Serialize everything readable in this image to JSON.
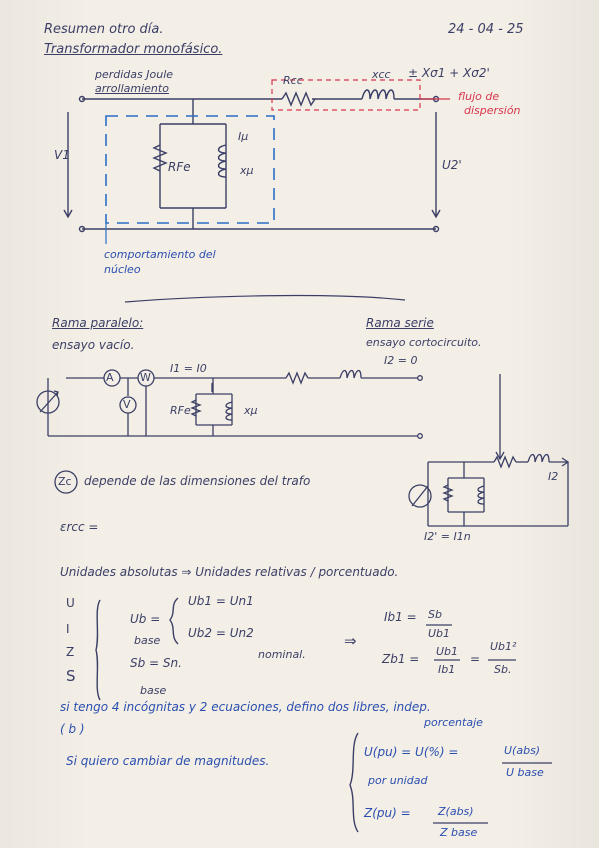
{
  "header": {
    "title_line1": "Resumen otro día.",
    "title_line2": "Transformador monofásico.",
    "date": "24 - 04 - 25"
  },
  "circuit1": {
    "label_losses": "perdidas Joule",
    "label_losses2": "arrollamiento",
    "rcc": "Rcc",
    "xcc": "xcc",
    "xcc_formula": "± Xσ1 + Xσ2'",
    "flujo": "flujo de",
    "dispersion": "dispersión",
    "v1": "V1",
    "v2": "U2'",
    "rfe": "RFe",
    "iu": "Iμ",
    "xu": "xμ",
    "nucleo1": "comportamiento del",
    "nucleo2": "núcleo"
  },
  "section2": {
    "rama_paralelo": "Rama paralelo:",
    "ensayo_vacio": "ensayo vacío.",
    "rama_serie": "Rama serie",
    "ensayo_cc": "ensayo cortocircuito.",
    "i1_io": "I1 = I0",
    "i2_0": "I2 = 0",
    "rfe": "RFe",
    "xu": "xμ",
    "meter_a": "A",
    "meter_w": "W",
    "meter_v": "V",
    "i2": "I2",
    "i2_in": "I2' = I1n"
  },
  "section3": {
    "zc_circle": "Zc",
    "depends": "depende de las dimensiones del trafo",
    "ercc": "εrcc  ="
  },
  "section4": {
    "units_line": "Unidades absolutas ⇒ Unidades relativas / porcentuado.",
    "var_u": "U",
    "var_i": "I",
    "var_z": "Z",
    "var_s": "S",
    "ub": "Ub =",
    "base1": "base",
    "ub1": "Ub1 = Un1",
    "ub2": "Ub2 = Un2",
    "nominal": "nominal.",
    "sb": "Sb = Sn.",
    "base2": "base",
    "arrow": "⇒",
    "ib1": "Ib1 =",
    "ib1_num": "Sb",
    "ib1_den": "Ub1",
    "zb1": "Zb1 =",
    "zb1_num": "Ub1",
    "zb1_den": "Ib1",
    "zb1_eq2": "=",
    "zb1_num2": "Ub1²",
    "zb1_den2": "Sb.",
    "note1": "si tengo 4 incógnitas y 2 ecuaciones, defino dos libres, indep.",
    "note_b": "( b )",
    "porcentaje": "porcentaje",
    "change": "Si quiero cambiar de magnitudes.",
    "upu": "U(pu) = U(%)  =",
    "upu_num": "U(abs)",
    "upu_den": "U base",
    "por_unidad": "por unidad",
    "zpu": "Z(pu) =",
    "zpu_num": "Z(abs)",
    "zpu_den": "Z base"
  }
}
